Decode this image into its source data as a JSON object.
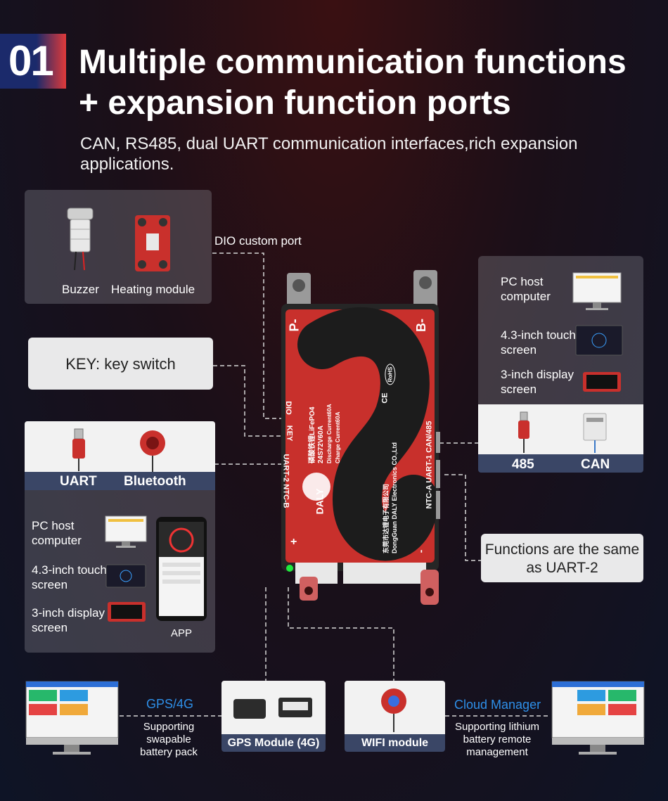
{
  "header": {
    "number": "01",
    "title_line1": "Multiple communication functions",
    "title_line2": "+ expansion function ports",
    "subtitle": "CAN, RS485, dual UART communication interfaces,rich expansion applications."
  },
  "dio_panel": {
    "buzzer": "Buzzer",
    "heating": "Heating module",
    "port_label": "DIO custom port"
  },
  "key_panel": {
    "label": "KEY: key switch"
  },
  "uart_panel": {
    "uart": "UART",
    "bluetooth": "Bluetooth",
    "pc": "PC host computer",
    "touch": "4.3-inch touch screen",
    "display": "3-inch display screen",
    "app": "APP"
  },
  "right_panel": {
    "pc": "PC host computer",
    "touch": "4.3-inch touch screen",
    "display": "3-inch display screen",
    "rs485": "485",
    "can": "CAN"
  },
  "same_panel": {
    "label": "Functions are the same as UART-2"
  },
  "bms": {
    "p_minus": "P-",
    "b_minus": "B-",
    "dio": "DIO",
    "key": "KEY",
    "uart2": "UART-2  NTC-B",
    "ntca": "NTC-A  UART-1  CAN/485",
    "model_line1": "磷酸铁锂LiFePO4",
    "model_line2": "24S72V60A",
    "discharge": "Discharge Current60A",
    "charge": "Charge    Current60A",
    "company_cn": "东莞市达锂电子有限公司",
    "company_en": "DongGuan DALY Electronics CO.,Ltd",
    "brand": "DALY",
    "plus": "+",
    "minus": "-",
    "ce": "CE",
    "rohs": "RoHS"
  },
  "bottom": {
    "gps_title": "GPS/4G",
    "gps_desc": "Supporting swapable battery pack",
    "gps_module": "GPS Module (4G)",
    "wifi_module": "WIFI module",
    "cloud_title": "Cloud Manager",
    "cloud_desc": "Supporting lithium battery remote management"
  },
  "colors": {
    "accent_red": "#d63a3a",
    "navy": "#3a4666",
    "cloud_blue": "#2e8fe8"
  }
}
